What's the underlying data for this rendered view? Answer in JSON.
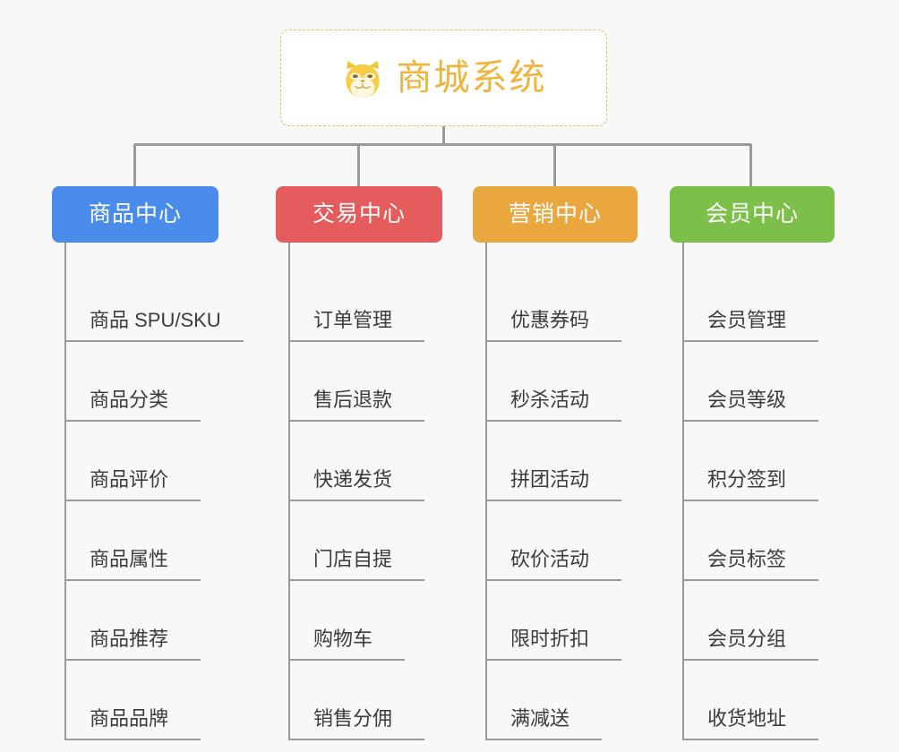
{
  "page": {
    "background_color": "#f8f8f8",
    "line_color": "#9a9a9a"
  },
  "root": {
    "title": "商城系统",
    "icon": "shiba-dog-face-emoji",
    "text_color": "#f0b43c",
    "border_color": "#edb863",
    "background_color": "#ffffff"
  },
  "columns": [
    {
      "title": "商品中心",
      "color": "#4a8ceb",
      "items": [
        {
          "label": "商品 SPU/SKU",
          "underline_width": 200
        },
        {
          "label": "商品分类",
          "underline_width": 152
        },
        {
          "label": "商品评价",
          "underline_width": 152
        },
        {
          "label": "商品属性",
          "underline_width": 152
        },
        {
          "label": "商品推荐",
          "underline_width": 152
        },
        {
          "label": "商品品牌",
          "underline_width": 152
        }
      ]
    },
    {
      "title": "交易中心",
      "color": "#e45c5c",
      "items": [
        {
          "label": "订单管理",
          "underline_width": 152
        },
        {
          "label": "售后退款",
          "underline_width": 152
        },
        {
          "label": "快递发货",
          "underline_width": 152
        },
        {
          "label": "门店自提",
          "underline_width": 152
        },
        {
          "label": "购物车",
          "underline_width": 130
        },
        {
          "label": "销售分佣",
          "underline_width": 152
        }
      ]
    },
    {
      "title": "营销中心",
      "color": "#eaa740",
      "items": [
        {
          "label": "优惠券码",
          "underline_width": 152
        },
        {
          "label": "秒杀活动",
          "underline_width": 152
        },
        {
          "label": "拼团活动",
          "underline_width": 152
        },
        {
          "label": "砍价活动",
          "underline_width": 152
        },
        {
          "label": "限时折扣",
          "underline_width": 152
        },
        {
          "label": "满减送",
          "underline_width": 130
        }
      ]
    },
    {
      "title": "会员中心",
      "color": "#7cc04a",
      "items": [
        {
          "label": "会员管理",
          "underline_width": 152
        },
        {
          "label": "会员等级",
          "underline_width": 152
        },
        {
          "label": "积分签到",
          "underline_width": 152
        },
        {
          "label": "会员标签",
          "underline_width": 152
        },
        {
          "label": "会员分组",
          "underline_width": 152
        },
        {
          "label": "收货地址",
          "underline_width": 152
        }
      ]
    }
  ]
}
